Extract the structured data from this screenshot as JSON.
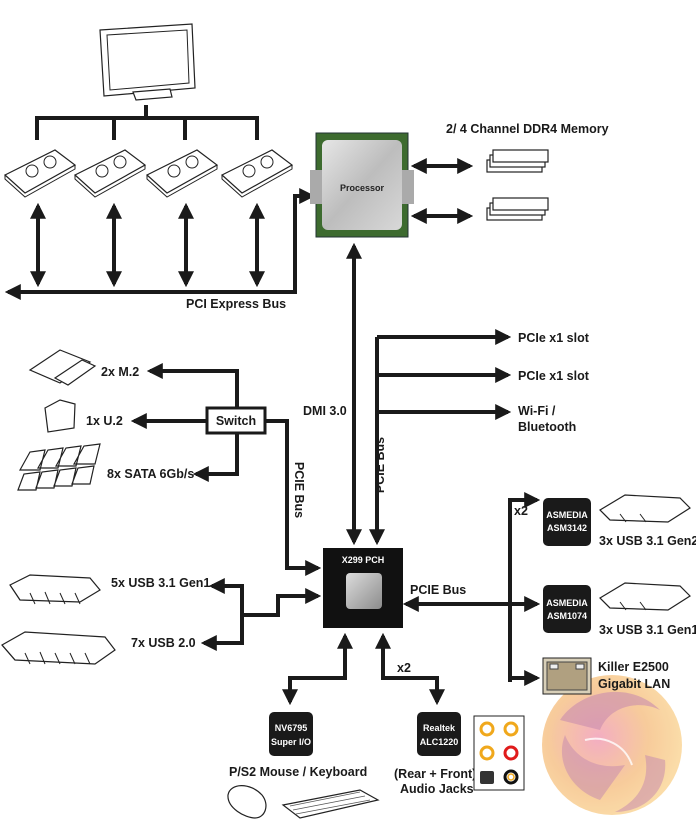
{
  "title": "X299 Chipset Block Diagram",
  "processor": {
    "label": "Processor"
  },
  "memory": {
    "label": "2/ 4 Channel DDR4 Memory"
  },
  "pcie_bus_top": {
    "label": "PCI Express Bus"
  },
  "dmi": {
    "label": "DMI 3.0"
  },
  "pch": {
    "label": "X299 PCH"
  },
  "switch": {
    "label": "Switch"
  },
  "storage": {
    "m2": "2x M.2",
    "u2": "1x U.2",
    "sata": "8x SATA 6Gb/s"
  },
  "pcie_bus_left": {
    "label": "PCIE Bus"
  },
  "pcie_bus_mid": {
    "label": "PCIE Bus"
  },
  "pcie_bus_right": {
    "label": "PCIE Bus"
  },
  "expansion": {
    "slot1": "PCIe x1 slot",
    "slot2": "PCIe x1 slot",
    "wifi_line1": "Wi-Fi /",
    "wifi_line2": "Bluetooth"
  },
  "usb_left": {
    "gen1": "5x USB 3.1 Gen1",
    "usb2": "7x USB 2.0"
  },
  "asmedia1": {
    "line1": "ASMEDIA",
    "line2": "ASM3142",
    "multiplier": "x2",
    "ports": "3x USB 3.1 Gen2"
  },
  "asmedia2": {
    "line1": "ASMEDIA",
    "line2": "ASM1074",
    "ports": "3x USB 3.1 Gen1"
  },
  "lan": {
    "line1": "Killer E2500",
    "line2": "Gigabit LAN"
  },
  "superio": {
    "line1": "NV6795",
    "line2": "Super I/O",
    "caption": "P/S2 Mouse / Keyboard"
  },
  "audio": {
    "line1": "Realtek",
    "line2": "ALC1220",
    "multiplier": "x2",
    "caption1": "(Rear + Front)",
    "caption2": "Audio Jacks"
  },
  "colors": {
    "ink": "#1a1a1a",
    "chip": "#111111",
    "pcb": "#3d6b2f",
    "jack_gold": "#f0a81c",
    "jack_red": "#e01b1b"
  }
}
